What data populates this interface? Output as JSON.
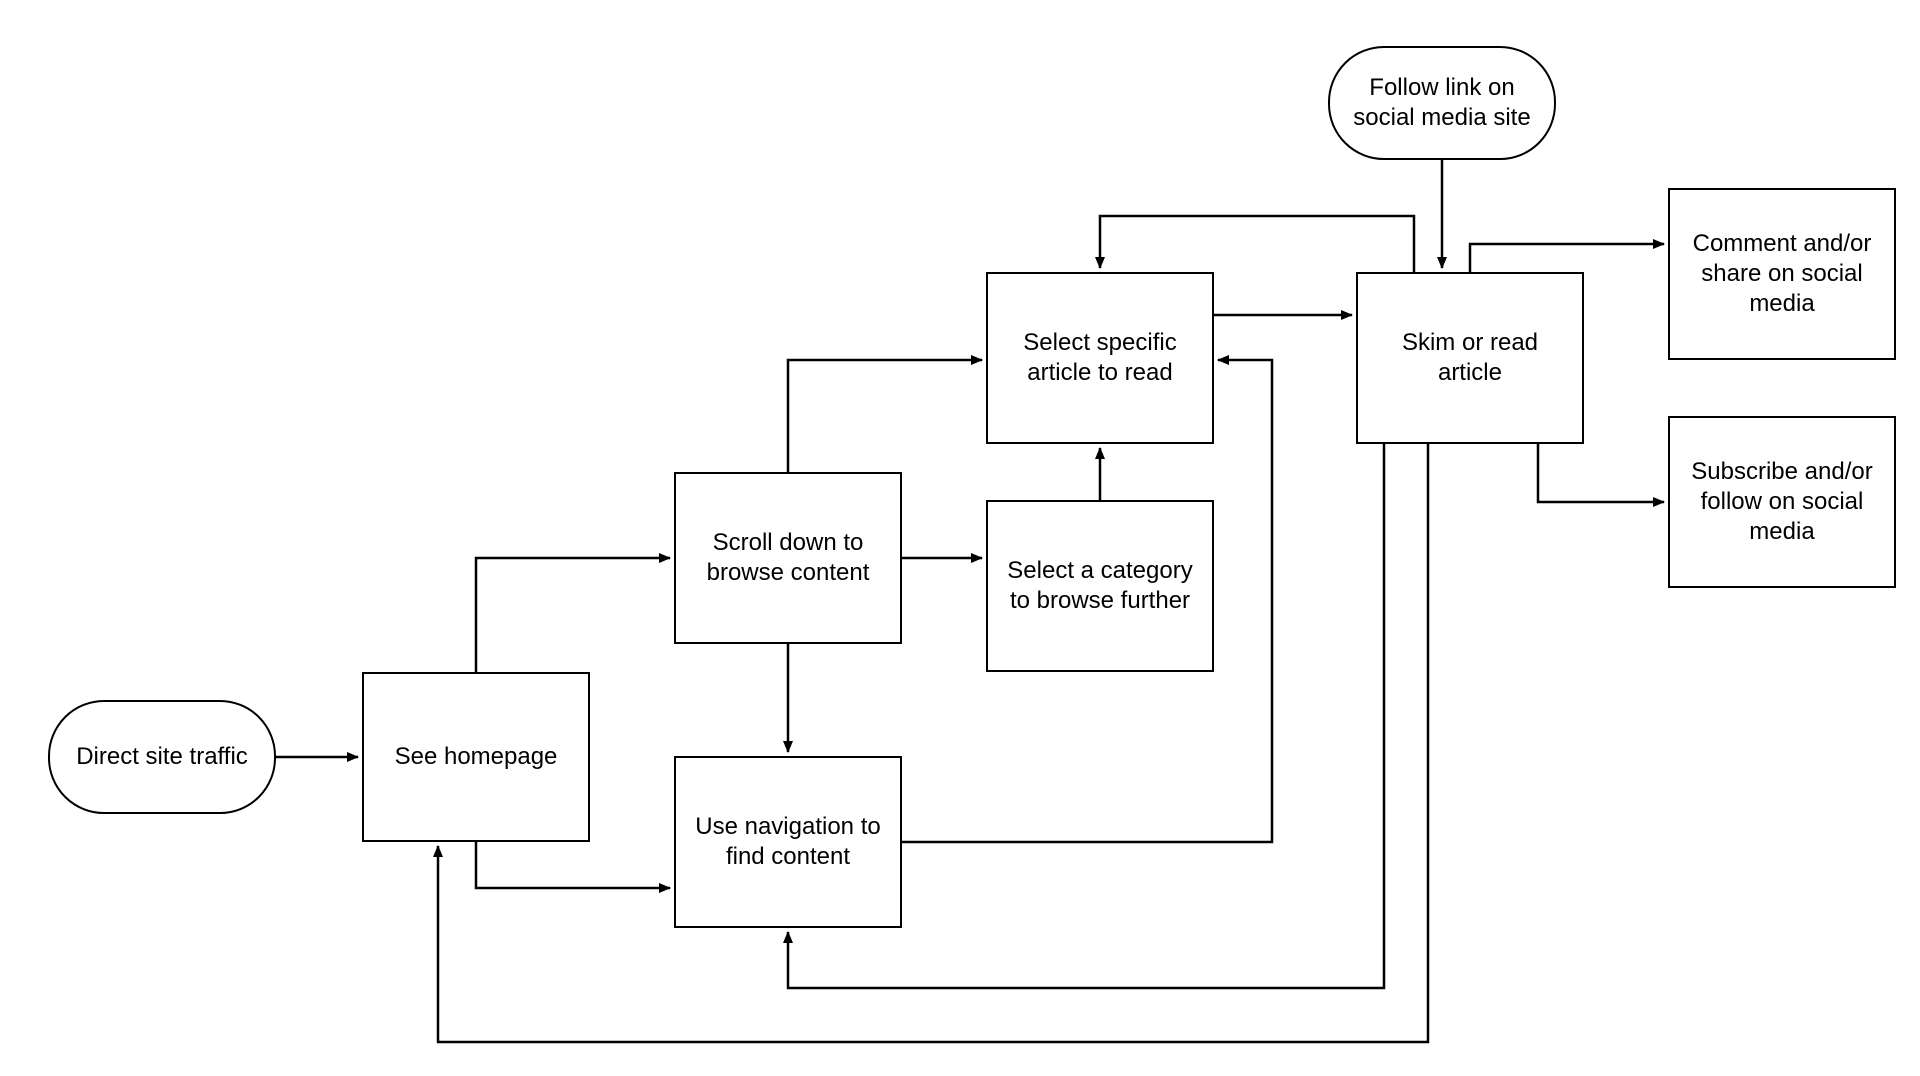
{
  "diagram": {
    "type": "flowchart",
    "line_color": "#000000",
    "background": "#ffffff",
    "nodes": {
      "direct_traffic": {
        "label": "Direct site traffic",
        "shape": "terminal"
      },
      "see_homepage": {
        "label": "See homepage",
        "shape": "process"
      },
      "scroll_down": {
        "label": "Scroll down to\nbrowse content",
        "shape": "process"
      },
      "use_navigation": {
        "label": "Use navigation to\nfind content",
        "shape": "process"
      },
      "select_category": {
        "label": "Select a category\nto browse further",
        "shape": "process"
      },
      "select_article": {
        "label": "Select specific\narticle to read",
        "shape": "process"
      },
      "follow_link": {
        "label": "Follow link on\nsocial media site",
        "shape": "terminal"
      },
      "skim_read": {
        "label": "Skim or read\narticle",
        "shape": "process"
      },
      "comment_share": {
        "label": "Comment and/or\nshare on social\nmedia",
        "shape": "process"
      },
      "subscribe_follow": {
        "label": "Subscribe and/or\nfollow on social\nmedia",
        "shape": "process"
      }
    },
    "edges": [
      {
        "from": "direct_traffic",
        "to": "see_homepage"
      },
      {
        "from": "see_homepage",
        "to": "scroll_down"
      },
      {
        "from": "see_homepage",
        "to": "use_navigation"
      },
      {
        "from": "scroll_down",
        "to": "select_article"
      },
      {
        "from": "scroll_down",
        "to": "select_category"
      },
      {
        "from": "scroll_down",
        "to": "use_navigation"
      },
      {
        "from": "select_category",
        "to": "select_article"
      },
      {
        "from": "use_navigation",
        "to": "select_article"
      },
      {
        "from": "select_article",
        "to": "skim_read"
      },
      {
        "from": "skim_read",
        "to": "select_article"
      },
      {
        "from": "follow_link",
        "to": "skim_read"
      },
      {
        "from": "skim_read",
        "to": "comment_share"
      },
      {
        "from": "skim_read",
        "to": "subscribe_follow"
      },
      {
        "from": "skim_read",
        "to": "use_navigation"
      },
      {
        "from": "skim_read",
        "to": "see_homepage"
      }
    ]
  }
}
